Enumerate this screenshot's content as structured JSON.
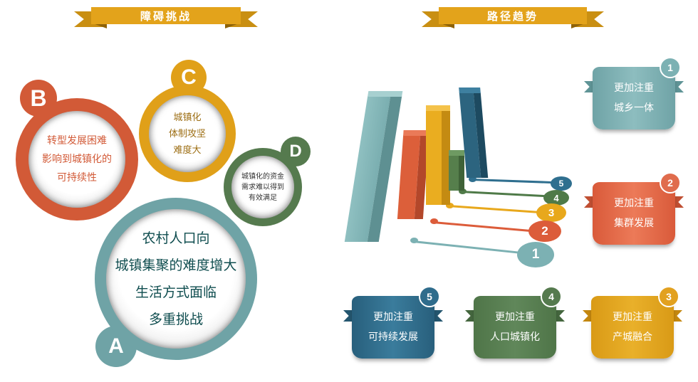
{
  "left_section": {
    "title": "障碍挑战",
    "challenges": [
      {
        "letter": "A",
        "color": "#6fa3a6",
        "text_color": "#0f4d4f",
        "lines": [
          "农村人口向",
          "城镇集聚的难度增大",
          "生活方式面临",
          "多重挑战"
        ]
      },
      {
        "letter": "B",
        "color": "#d25a37",
        "text_color": "#d25a37",
        "lines": [
          "转型发展困难",
          "影响到城镇化的",
          "可持续性"
        ]
      },
      {
        "letter": "C",
        "color": "#e0a019",
        "text_color": "#9c6d12",
        "lines": [
          "城镇化",
          "体制攻坚",
          "难度大"
        ]
      },
      {
        "letter": "D",
        "color": "#557a4e",
        "text_color": "#333333",
        "lines": [
          "城镇化的资金",
          "需求难以得到",
          "有效满足"
        ]
      }
    ]
  },
  "right_section": {
    "title": "路径趋势",
    "bar_markers": [
      {
        "num": "1",
        "color": "#7cb1b3"
      },
      {
        "num": "2",
        "color": "#dc5c3a"
      },
      {
        "num": "3",
        "color": "#e8a81c"
      },
      {
        "num": "4",
        "color": "#4f7a48"
      },
      {
        "num": "5",
        "color": "#2f6f8f"
      }
    ],
    "trends": [
      {
        "num": "1",
        "color": "#7cb1b3",
        "line1": "更加注重",
        "line2": "城乡一体"
      },
      {
        "num": "2",
        "color": "#e06c4d",
        "line1": "更加注重",
        "line2": "集群发展"
      },
      {
        "num": "3",
        "color": "#e2a120",
        "line1": "更加注重",
        "line2": "产城融合"
      },
      {
        "num": "4",
        "color": "#557a4e",
        "line1": "更加注重",
        "line2": "人口城镇化"
      },
      {
        "num": "5",
        "color": "#2f6c8c",
        "line1": "更加注重",
        "line2": "可持续发展"
      }
    ]
  }
}
